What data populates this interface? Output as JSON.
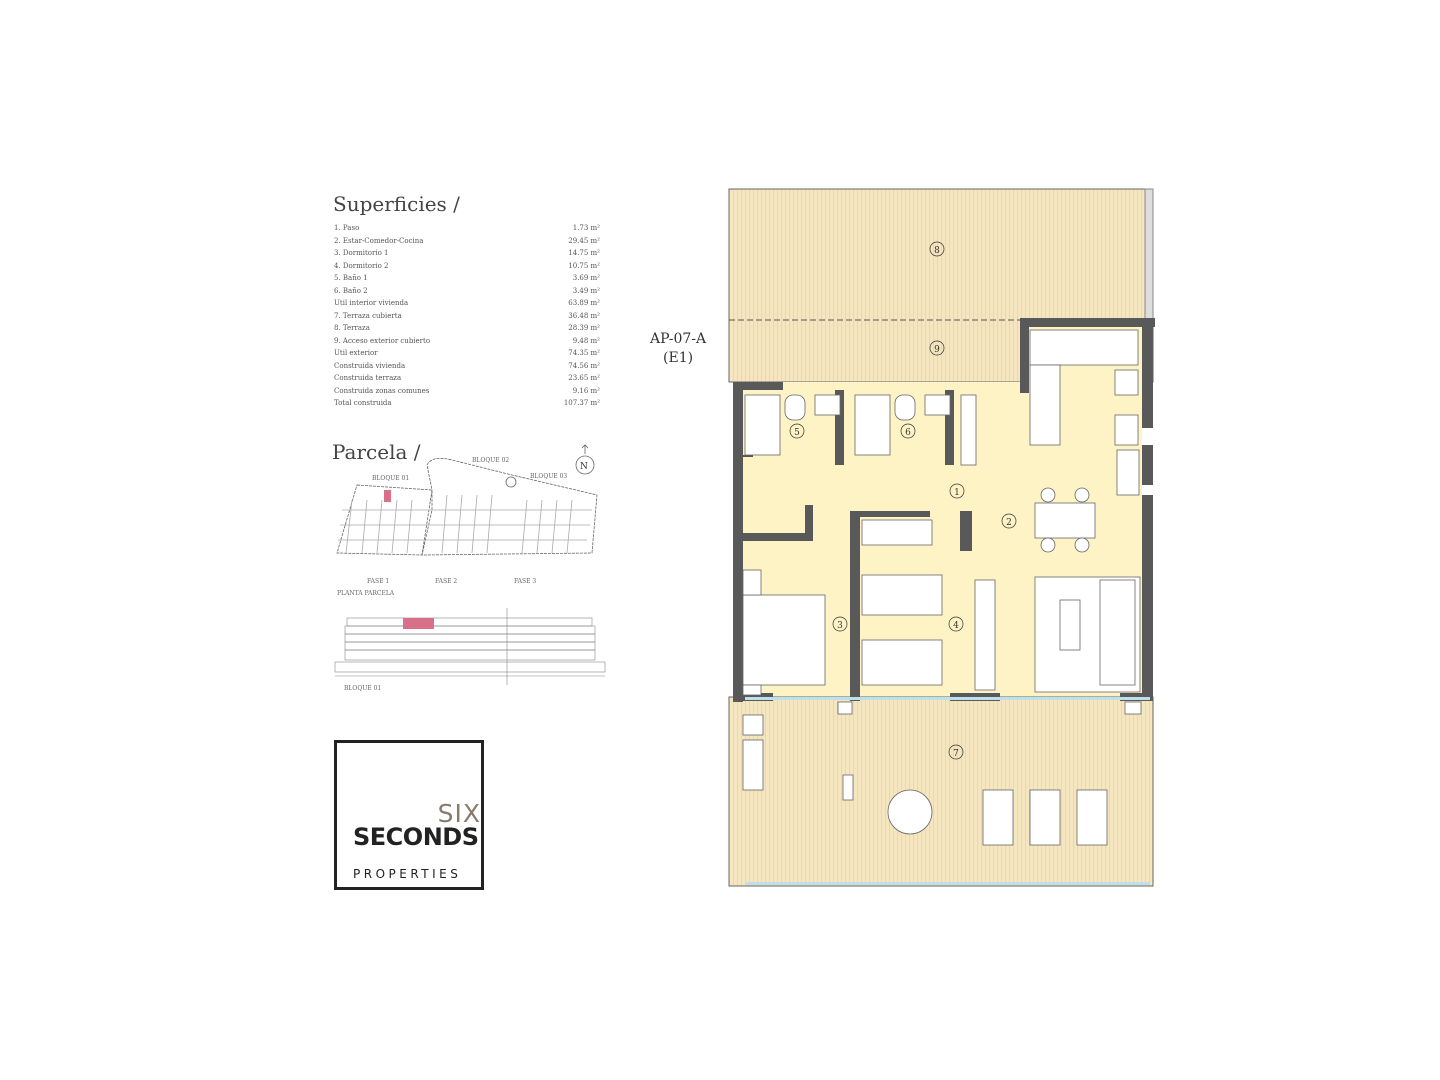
{
  "superficies": {
    "title": "Superficies /",
    "rows": [
      {
        "label": "1. Paso",
        "value": "1.73 m²"
      },
      {
        "label": "2. Estar-Comedor-Cocina",
        "value": "29.45 m²"
      },
      {
        "label": "3. Dormitorio 1",
        "value": "14.75 m²"
      },
      {
        "label": "4. Dormitorio 2",
        "value": "10.75 m²"
      },
      {
        "label": "5. Baño 1",
        "value": "3.69 m²"
      },
      {
        "label": "6. Baño 2",
        "value": "3.49 m²"
      },
      {
        "label": "Util interior vivienda",
        "value": "63.89 m²"
      },
      {
        "label": "7. Terraza cubierta",
        "value": "36.48 m²"
      },
      {
        "label": "8. Terraza",
        "value": "28.39 m²"
      },
      {
        "label": "9. Acceso exterior cubierto",
        "value": "9.48 m²"
      },
      {
        "label": "Util exterior",
        "value": "74.35 m²"
      },
      {
        "label": "Construida vivienda",
        "value": "74.56 m²"
      },
      {
        "label": "Construida terraza",
        "value": "23.65 m²"
      },
      {
        "label": "Construida zonas comunes",
        "value": "9.16 m²"
      },
      {
        "label": "Total construida",
        "value": "107.37 m²"
      }
    ]
  },
  "parcela": {
    "title": "Parcela /",
    "bloques": [
      "BLOQUE 01",
      "BLOQUE 02",
      "BLOQUE 03"
    ],
    "fases": [
      "FASE 1",
      "FASE 2",
      "FASE 3"
    ],
    "planta": "PLANTA PARCELA",
    "elevation_label": "BLOQUE 01",
    "north": "N"
  },
  "logo": {
    "six": "SIX",
    "seconds": "SECONDS",
    "properties": "PROPERTIES"
  },
  "unit": {
    "code": "AP-07-A",
    "sub": "(E1)"
  },
  "rooms": [
    "1",
    "2",
    "3",
    "4",
    "5",
    "6",
    "7",
    "8",
    "9"
  ],
  "colors": {
    "interior": "#fdf3c4",
    "terrace": "#f4e2b8",
    "wall": "#555555",
    "highlight": "#d9708a"
  }
}
